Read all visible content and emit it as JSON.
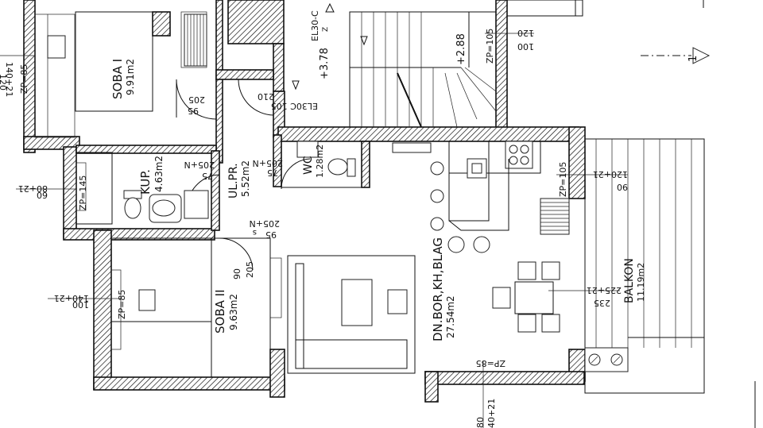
{
  "rooms": {
    "soba1": {
      "name": "SOBA  I",
      "area": "9.91m2"
    },
    "soba2": {
      "name": "SOBA  II",
      "area": "9.63m2"
    },
    "kup": {
      "name": "KUP.",
      "area": "4.63m2"
    },
    "ulpr": {
      "name": "UL.PR.",
      "area": "5.52m2"
    },
    "wc": {
      "name": "WC",
      "area": "1.28m2"
    },
    "dnevni": {
      "name": "DN.BOR,KH,BLAG",
      "area": "27.54m2"
    },
    "balkon": {
      "name": "BALKON",
      "area": "11.19m2"
    }
  },
  "annotations": {
    "zp85_left": "ZP=85",
    "w140_left": "140+21",
    "w120_left": "120",
    "zp145": "ZP=145",
    "w80_kup": "80+21",
    "w60_kup": "60",
    "zp85_soba2": "ZP=85",
    "w140_soba2": "140+21",
    "w100_soba2": "100",
    "d95_top": "95",
    "d205_top": "205",
    "el30_105": "EL30C 105",
    "el30_210": "210",
    "el30_top": "EL30-C",
    "el30_z": "Z",
    "h378": "+3.78",
    "h288": "+2.88",
    "zp105_top": "ZP=105",
    "w120_top": "120",
    "w100_top": "100",
    "d75_kup": "75",
    "d205n_kup": "205+N",
    "d75_wc": "75",
    "d205n_wc": "205+N",
    "d95_hall": "95",
    "d205n_hall": "205+N",
    "d_s": "s",
    "d90": "90",
    "d205": "205",
    "zp105_right": "ZP=105",
    "w120_right": "120+21",
    "w90_right": "90",
    "w225": "225+21",
    "w235": "235",
    "zp85_bottom": "ZP=85",
    "w80_bottom": "80",
    "w40_bottom": "40+21",
    "section_mark": "1"
  }
}
